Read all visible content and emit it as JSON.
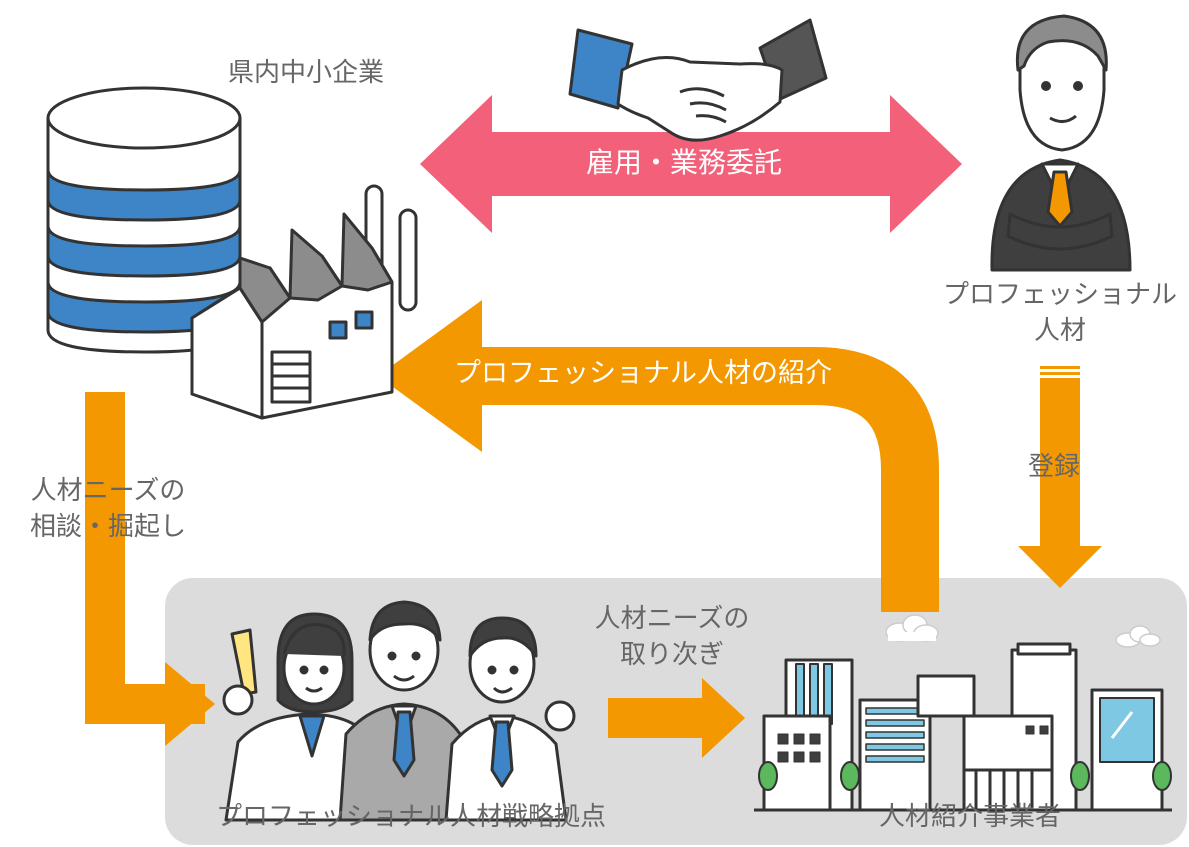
{
  "nodes": {
    "company": {
      "label": "県内中小企業"
    },
    "professional": {
      "line1": "プロフェッショナル",
      "line2": "人材"
    },
    "strategy_hub": {
      "label": "プロフェッショナル人材戦略拠点"
    },
    "agency": {
      "label": "人材紹介事業者"
    }
  },
  "edges": {
    "employment": {
      "label": "雇用・業務委託"
    },
    "introduction": {
      "label": "プロフェッショナル人材の紹介"
    },
    "registration": {
      "label": "登録"
    },
    "needs_consult": {
      "line1": "人材ニーズの",
      "line2": "相談・掘起し"
    },
    "needs_relay": {
      "line1": "人材ニーズの",
      "line2": "取り次ぎ"
    }
  },
  "colors": {
    "orange": "#F39800",
    "pink": "#F2607A",
    "panel": "#DCDCDC",
    "blue": "#3D85C6",
    "dark_suit": "#3F3F3F",
    "text": "#666666"
  }
}
